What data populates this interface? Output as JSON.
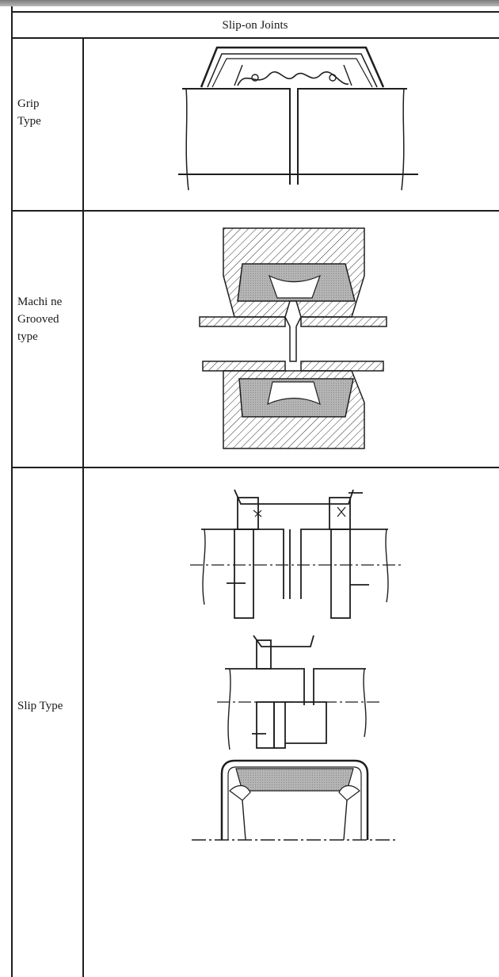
{
  "table": {
    "title": "Slip-on Joints",
    "rows": [
      {
        "label": "Grip\nType"
      },
      {
        "label": "Machi ne\nGrooved\ntype"
      },
      {
        "label": "Slip Type"
      }
    ]
  }
}
